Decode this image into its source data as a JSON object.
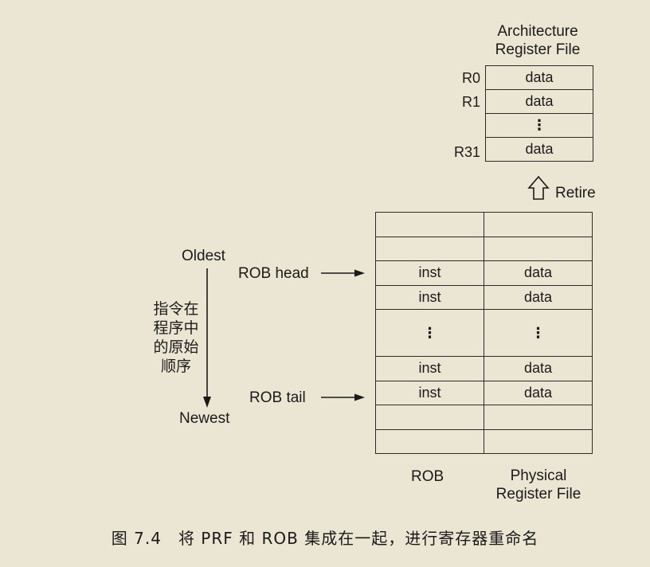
{
  "arf": {
    "title_line1": "Architecture",
    "title_line2": "Register File",
    "rows": [
      {
        "label": "R0",
        "value": "data"
      },
      {
        "label": "R1",
        "value": "data"
      },
      {
        "label": "",
        "value": "⋮"
      },
      {
        "label": "R31",
        "value": "data"
      }
    ]
  },
  "retire_label": "Retire",
  "order": {
    "oldest": "Oldest",
    "newest": "Newest",
    "desc_lines": [
      "指令在",
      "程序中",
      "的原始",
      "顺序"
    ]
  },
  "pointers": {
    "head": "ROB head",
    "tail": "ROB tail"
  },
  "rob_table": {
    "rows": [
      {
        "rob": "",
        "prf": ""
      },
      {
        "rob": "",
        "prf": ""
      },
      {
        "rob": "inst",
        "prf": "data"
      },
      {
        "rob": "inst",
        "prf": "data"
      },
      {
        "rob": "⋮",
        "prf": "⋮"
      },
      {
        "rob": "inst",
        "prf": "data"
      },
      {
        "rob": "inst",
        "prf": "data"
      },
      {
        "rob": "",
        "prf": ""
      },
      {
        "rob": "",
        "prf": ""
      }
    ],
    "col_rob_label": "ROB",
    "col_prf_line1": "Physical",
    "col_prf_line2": "Register File"
  },
  "caption": "图 7.4　将 PRF 和 ROB 集成在一起，进行寄存器重命名"
}
